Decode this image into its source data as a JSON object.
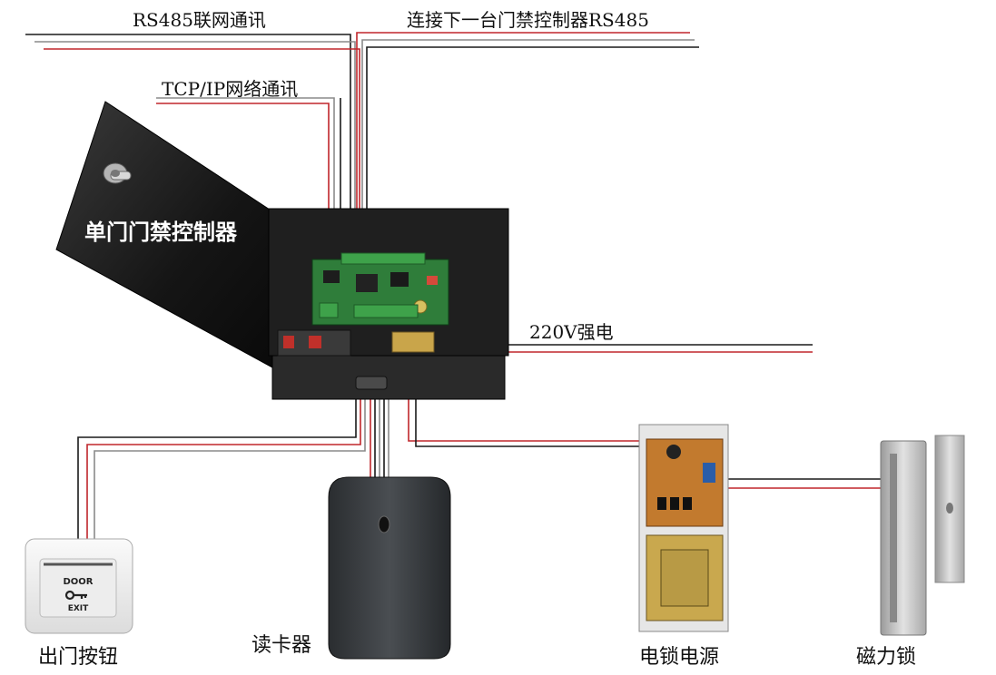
{
  "labels": {
    "rs485_network": "RS485联网通讯",
    "next_controller_rs485": "连接下一台门禁控制器RS485",
    "tcp_ip": "TCP/IP网络通讯",
    "single_door_controller": "单门门禁控制器",
    "mains_220v": "220V强电",
    "exit_button": "出门按钮",
    "card_reader": "读卡器",
    "lock_power_supply": "电锁电源",
    "magnetic_lock": "磁力锁"
  },
  "exit_plate": {
    "top_text": "DOOR",
    "bottom_text": "EXIT"
  },
  "colors": {
    "wire_red": "#c0262b",
    "wire_black": "#1a1a1a",
    "wire_gray": "#8a8a8a",
    "cabinet": "#1c1c1c",
    "pcb": "#2f7d3a",
    "terminal_green": "#3ea24a",
    "lock_metal": "#b8b8b8"
  }
}
